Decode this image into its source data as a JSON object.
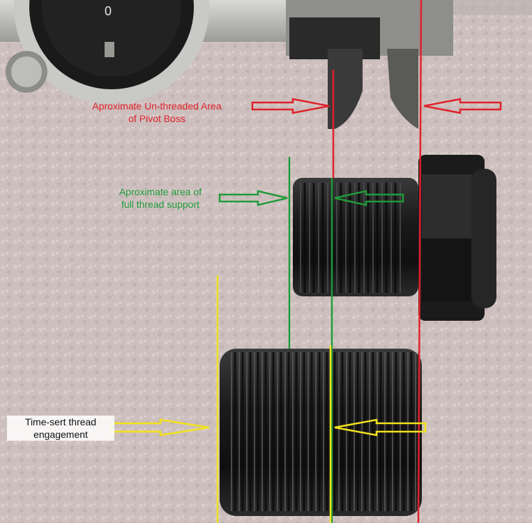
{
  "annotations": {
    "red": {
      "line1": "Aproximate Un-threaded Area",
      "line2": "of Pivot Boss",
      "color": "#e0212b"
    },
    "green": {
      "line1": "Aproximate area of",
      "line2": "full thread support",
      "color": "#1f9a3a"
    },
    "yellow": {
      "line1": "Time-sert thread",
      "line2": "engagement",
      "color": "#f2e21c"
    }
  }
}
